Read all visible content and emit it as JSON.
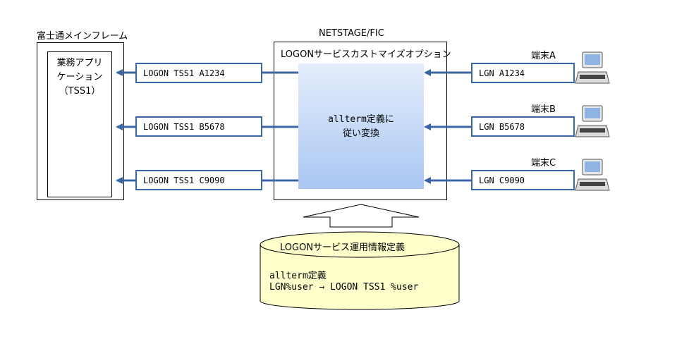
{
  "mainframe": {
    "title": "富士通メインフレーム",
    "app_line1": "業務アプリ",
    "app_line2": "ケーション",
    "app_line3": "（TSS1）"
  },
  "netstage": {
    "title": "NETSTAGE/FIC",
    "subtitle": "LOGONサービスカストマイズオプション",
    "process_line1": "allterm定義に",
    "process_line2": "従い変換"
  },
  "outputs": [
    {
      "text": "LOGON TSS1 A1234"
    },
    {
      "text": "LOGON TSS1 B5678"
    },
    {
      "text": "LOGON TSS1 C9090"
    }
  ],
  "terminals": [
    {
      "label": "端末A",
      "input": "LGN A1234"
    },
    {
      "label": "端末B",
      "input": "LGN B5678"
    },
    {
      "label": "端末C",
      "input": "LGN C9090"
    }
  ],
  "definition": {
    "title": "LOGONサービス運用情報定義",
    "line1": "allterm定義",
    "line2": "LGN%user → LOGON TSS1 %user"
  },
  "colors": {
    "arrow": "#3a66a6",
    "box_border": "#3a66a6",
    "cylinder_fill": "#ffffcc",
    "gradient_top": "#dbe7fb",
    "gradient_bottom": "#9fc0f0"
  }
}
